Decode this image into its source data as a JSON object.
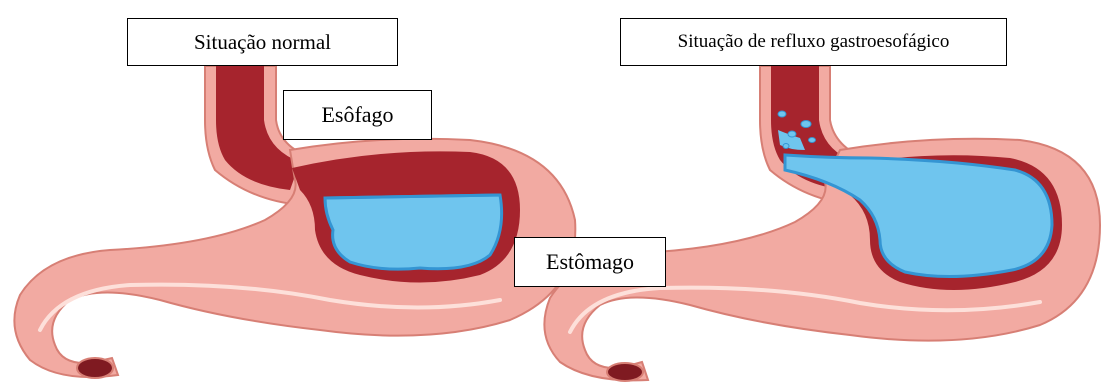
{
  "labels": {
    "normal_situation": "Situação normal",
    "reflux_situation": "Situação de refluxo gastroesofágico",
    "esophagus": "Esôfago",
    "stomach": "Estômago"
  },
  "colors": {
    "stomach_outer": "#f2aaa2",
    "stomach_outline": "#d77f75",
    "stomach_inner": "#a6242d",
    "stomach_inner_dark": "#7f1a21",
    "acid": "#6fc5ee",
    "acid_edge": "#3495d3",
    "highlight": "#fde0da"
  }
}
